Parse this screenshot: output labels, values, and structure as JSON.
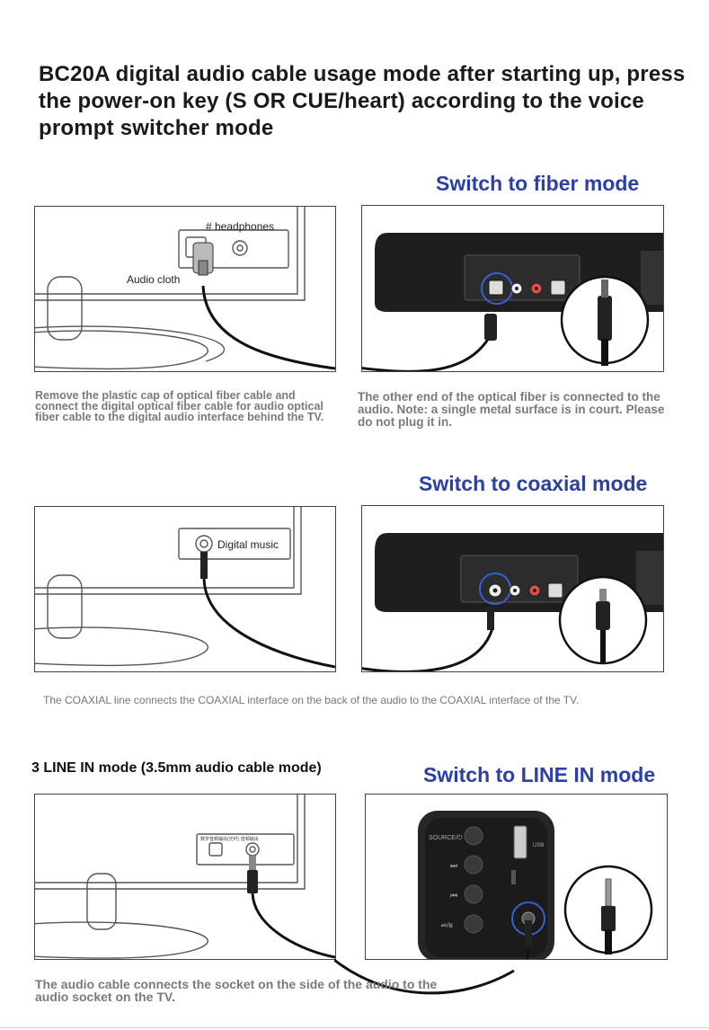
{
  "title": "BC20A digital audio cable usage mode after starting up, press the power-on key (S OR CUE/heart) according to the voice prompt switcher mode",
  "fiber": {
    "heading": "Switch to fiber mode",
    "label_headphones": "# headphones",
    "label_audio_cloth": "Audio cloth",
    "caption_left": "Remove the plastic cap of optical fiber cable and connect the digital optical fiber cable for audio optical fiber cable to the digital audio interface behind the TV.",
    "caption_right": "The other end of the optical fiber is connected to the audio. Note: a single metal surface is in court. Please do not plug it in."
  },
  "coaxial": {
    "heading": "Switch to coaxial mode",
    "label_digital_music": "Digital music",
    "note": "The COAXIAL line connects the COAXIAL interface on the back of the audio to the COAXIAL interface of the TV."
  },
  "linein": {
    "subheading": "3 LINE IN mode (3.5mm audio cable mode)",
    "heading": "Switch to LINE IN mode",
    "caption": "The audio cable connects the socket on the side of the audio to the audio socket on the TV."
  }
}
